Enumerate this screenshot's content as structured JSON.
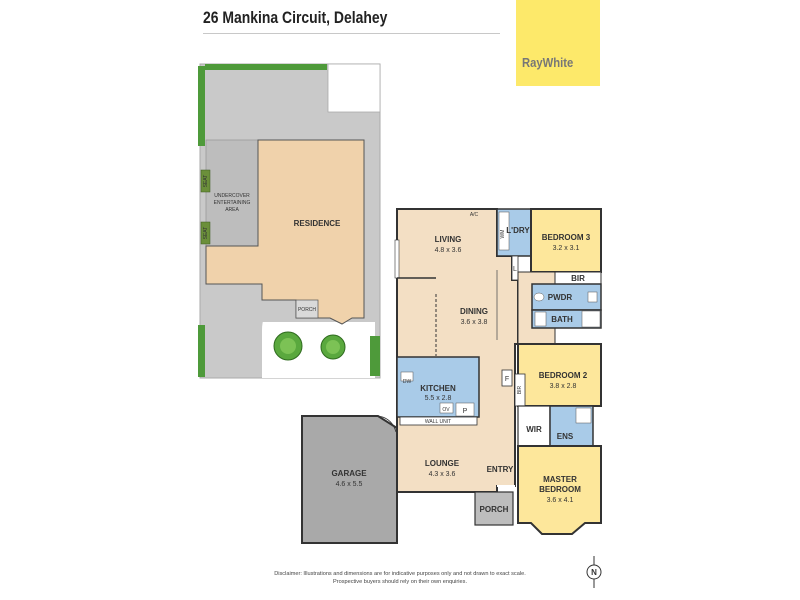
{
  "header": {
    "title": "26 Mankina Circuit, Delahey"
  },
  "brand": {
    "name": "RayWhite",
    "panel_color": "#fde96a"
  },
  "site_plan": {
    "residence": "RESIDENCE",
    "entertaining": [
      "UNDERCOVER",
      "ENTERTAINING",
      "AREA"
    ],
    "seat": "SEAT",
    "porch": "PORCH"
  },
  "rooms": {
    "living": {
      "name": "LIVING",
      "dims": "4.8 x 3.6"
    },
    "dining": {
      "name": "DINING",
      "dims": "3.6 x 3.8"
    },
    "kitchen": {
      "name": "KITCHEN",
      "dims": "5.5 x 2.8"
    },
    "lounge": {
      "name": "LOUNGE",
      "dims": "4.3 x 3.6"
    },
    "garage": {
      "name": "GARAGE",
      "dims": "4.6 x 5.5"
    },
    "bedroom3": {
      "name": "BEDROOM 3",
      "dims": "3.2 x 3.1"
    },
    "bedroom2": {
      "name": "BEDROOM 2",
      "dims": "3.8 x 2.8"
    },
    "master": {
      "name": "MASTER",
      "name2": "BEDROOM",
      "dims": "3.6 x 4.1"
    },
    "laundry": "L'DRY",
    "powder": "PWDR",
    "bath": "BATH",
    "bir": "BIR",
    "wir": "WIR",
    "ens": "ENS",
    "entry": "ENTRY",
    "porch": "PORCH"
  },
  "fixtures": {
    "wall_unit": "WALL UNIT",
    "ac": "A/C",
    "wm": "WM",
    "linen": "L",
    "fridge": "F",
    "dw": "DW",
    "oven": "OV",
    "pantry": "P",
    "bir2": "BIR"
  },
  "compass": {
    "label": "N"
  },
  "disclaimer": {
    "line1": "Disclaimer: Illustrations and dimensions are for indicative purposes only and not drawn to exact scale.",
    "line2": "Prospective buyers should rely on their own enquiries."
  },
  "colors": {
    "living_area": "#f3dfc4",
    "bedroom": "#fde79b",
    "wet_area": "#a9cbe8",
    "garage": "#a9a9a9",
    "paving": "#c9c9c9",
    "residence": "#f0d2ab",
    "hedge": "#4e9a3a"
  }
}
